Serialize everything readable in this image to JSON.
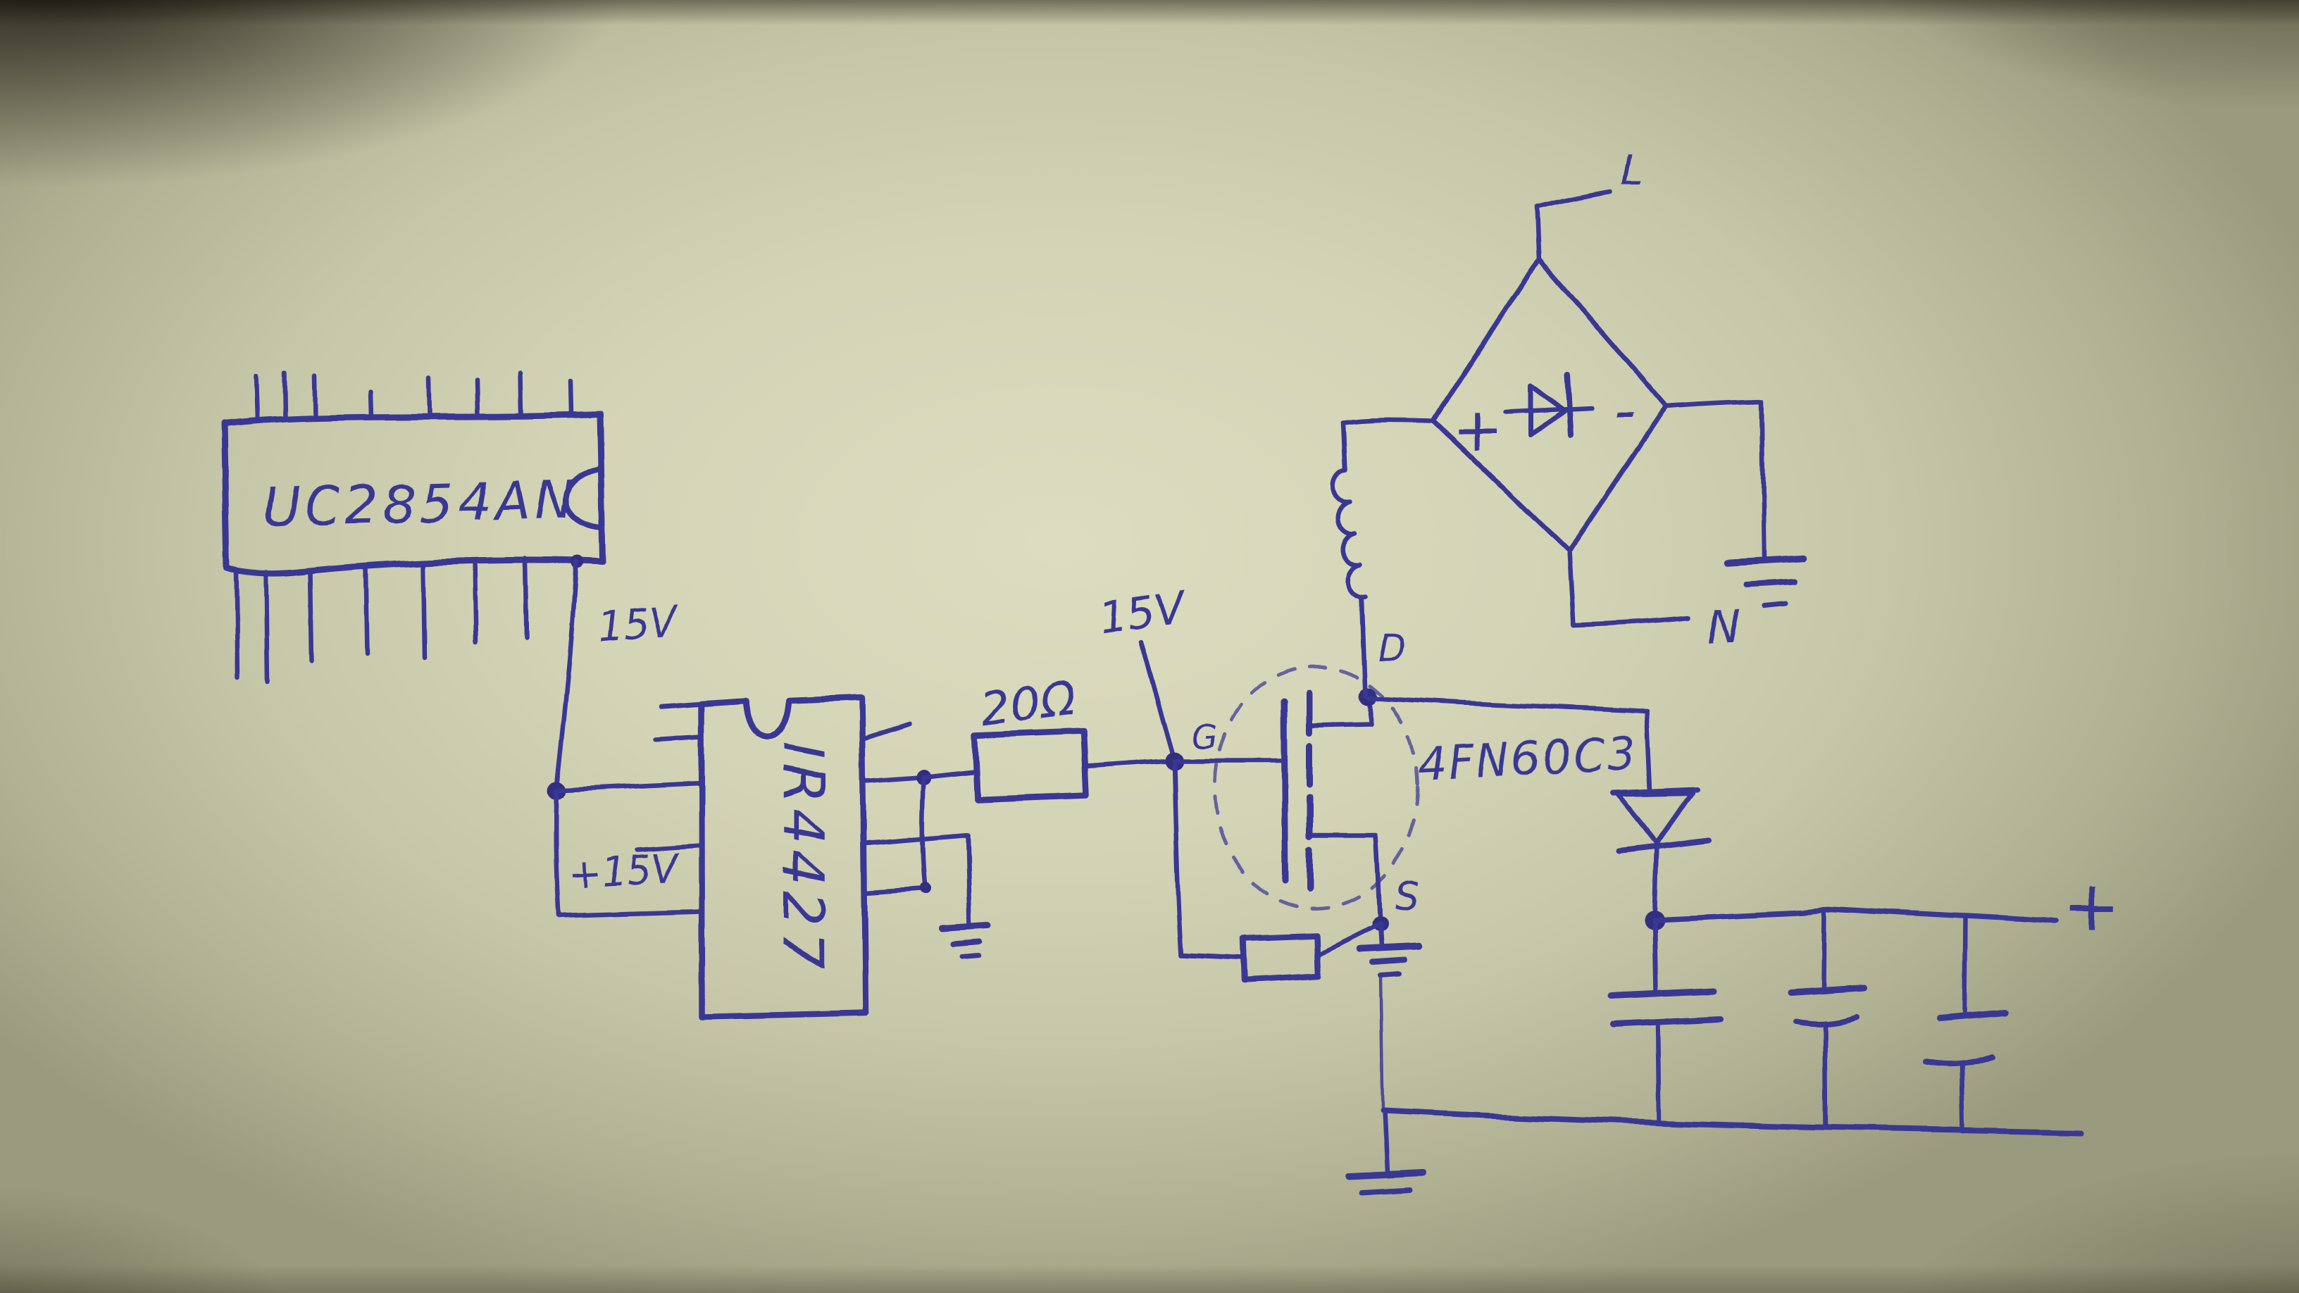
{
  "labels": {
    "pfc_ic": "UC2854AN",
    "pfc_supply": "15V",
    "driver_ic": "IR4427",
    "driver_supply": "+15V",
    "gate_resistor": "20Ω",
    "gate_supply": "15V",
    "gate": "G",
    "drain": "D",
    "source": "S",
    "mosfet": "4FN60C3",
    "line": "L",
    "neutral": "N",
    "bridge_plus": "+",
    "bridge_minus": "-",
    "output_plus": "+"
  },
  "style": {
    "ink_color": "#393794",
    "paper_color": "#d3d3b6"
  },
  "parts": [
    {
      "type": "ic",
      "label": "UC2854AN",
      "package": "16-pin DIP outline"
    },
    {
      "type": "ic",
      "label": "IR4427",
      "package": "8-pin DIP outline, label written vertically"
    },
    {
      "type": "resistor",
      "label": "20Ω",
      "location": "between driver output and gate node G"
    },
    {
      "type": "resistor",
      "label": "",
      "location": "gate to source"
    },
    {
      "type": "mosfet",
      "label": "4FN60C3",
      "terminals": [
        "G",
        "D",
        "S"
      ],
      "outline": "dashed circle"
    },
    {
      "type": "bridge-rectifier",
      "shape": "diamond with internal diode",
      "terminals": [
        "L",
        "N",
        "+",
        "-"
      ]
    },
    {
      "type": "inductor",
      "turns": 4,
      "location": "between bridge + node and MOSFET drain"
    },
    {
      "type": "diode",
      "orientation": "vertical, pointing down",
      "location": "drain to output rail"
    },
    {
      "type": "capacitor",
      "count": 3,
      "location": "output rail to bottom rail"
    },
    {
      "type": "ground-symbol",
      "count": 4
    },
    {
      "type": "terminal",
      "label": "+",
      "location": "output rail right end"
    }
  ]
}
